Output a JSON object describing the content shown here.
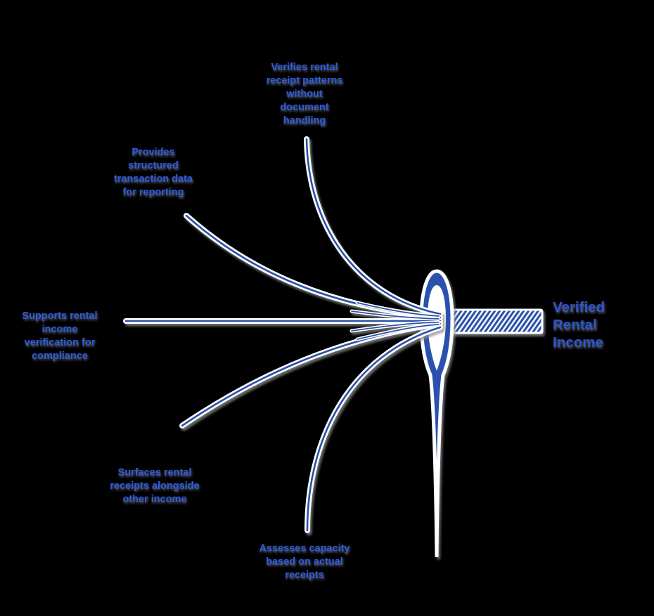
{
  "diagram": {
    "type": "threading-the-needle concept diagram",
    "inputs": [
      {
        "id": "verifies",
        "text": "Verifies rental\nreceipt patterns\nwithout\ndocument\nhandling"
      },
      {
        "id": "provides",
        "text": "Provides\nstructured\ntransaction data\nfor reporting"
      },
      {
        "id": "supports",
        "text": "Supports rental\nincome\nverification for\ncompliance"
      },
      {
        "id": "surfaces",
        "text": "Surfaces rental\nreceipts alongside\nother income"
      },
      {
        "id": "assesses",
        "text": "Assesses capacity\nbased on actual\nreceipts"
      }
    ],
    "output": {
      "text": "Verified\nRental\nIncome"
    },
    "icons": [
      {
        "name": "needle-icon",
        "description": "sewing needle pointing down, threads entering eye"
      },
      {
        "name": "woven-band-icon",
        "description": "diagonally striped thread band exiting needle eye to the right"
      }
    ],
    "colors": {
      "needle": "#2b51ab",
      "label_text": "#2e5ce0",
      "output_text": "#2c55cf",
      "background": "#000000",
      "halo": "#ffffff",
      "shadow": "#8a8a8a"
    }
  }
}
